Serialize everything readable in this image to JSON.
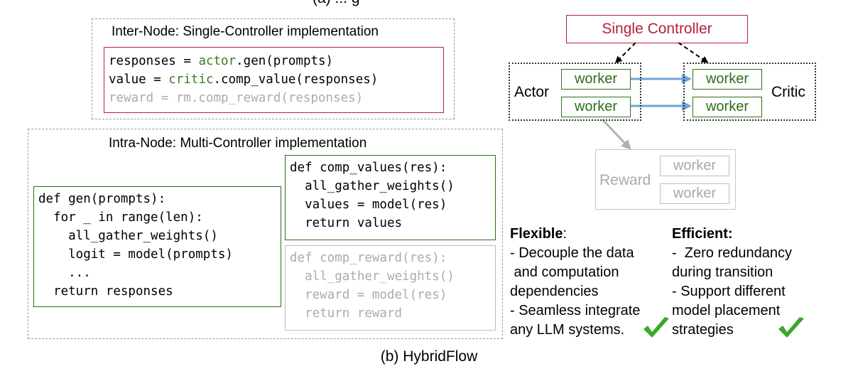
{
  "top_partial_caption": "(a) ... g",
  "inter_node": {
    "title": "Inter-Node: Single-Controller implementation",
    "code": {
      "line1_pre": "responses = ",
      "line1_kw": "actor",
      "line1_post": ".gen(prompts)",
      "line2_pre": "value = ",
      "line2_kw": "critic",
      "line2_post": ".comp_value(responses)",
      "line3": "reward = rm.comp_reward(responses)"
    }
  },
  "intra_node": {
    "title": "Intra-Node: Multi-Controller implementation",
    "gen_code": [
      "def gen(prompts):",
      "  for _ in range(len):",
      "    all_gather_weights()",
      "    logit = model(prompts)",
      "    ...",
      "  return responses"
    ],
    "values_code": [
      "def comp_values(res):",
      "  all_gather_weights()",
      "  values = model(res)",
      "  return values"
    ],
    "reward_code": [
      "def comp_reward(res):",
      "  all_gather_weights()",
      "  reward = model(res)",
      "  return reward"
    ]
  },
  "diagram": {
    "controller_label": "Single Controller",
    "actor_label": "Actor",
    "critic_label": "Critic",
    "reward_label": "Reward",
    "worker_label": "worker"
  },
  "flexible": {
    "heading": "Flexible",
    "colon": ":",
    "lines": [
      "- Decouple the data",
      " and computation",
      "dependencies",
      "- Seamless integrate",
      "any LLM systems."
    ]
  },
  "efficient": {
    "heading": "Efficient:",
    "lines": [
      "-  Zero redundancy",
      "during transition",
      "- Support different",
      "model placement",
      "strategies"
    ]
  },
  "caption": "(b) HybridFlow",
  "colors": {
    "controller_red": "#b5203a",
    "worker_green": "#2d6e1a",
    "arrow_blue": "#6fa3d6",
    "check_green": "#3aa82a"
  }
}
